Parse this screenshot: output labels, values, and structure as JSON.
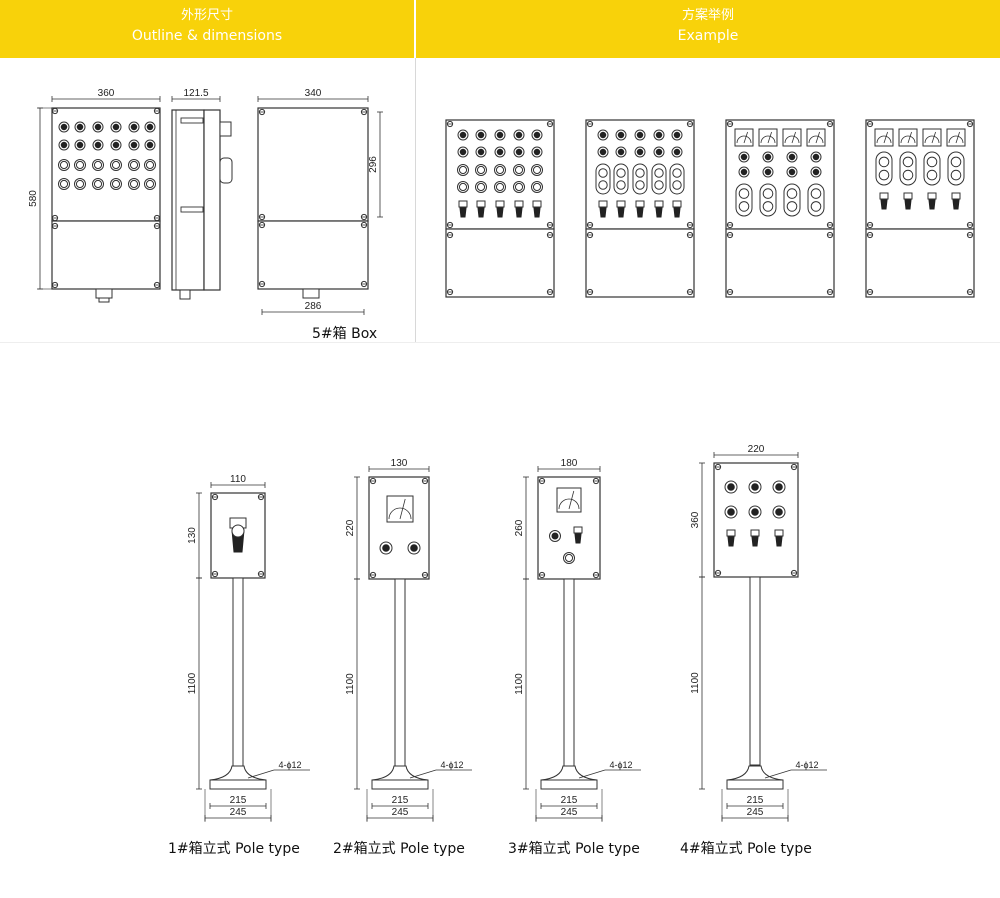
{
  "header": {
    "left_zh": "外形尺寸",
    "left_en": "Outline & dimensions",
    "right_zh": "方案举例",
    "right_en": "Example"
  },
  "box5": {
    "dim_front_width": "360",
    "dim_side_depth": "121.5",
    "dim_back_width": "340",
    "dim_height": "580",
    "dim_back_height": "296",
    "dim_hole_spacing": "286",
    "caption": "5#箱  Box"
  },
  "pole_types": [
    {
      "dim_width": "110",
      "dim_height": "130",
      "dim_pole": "1100",
      "dim_holes": "4-ϕ12",
      "dim_base_inner": "215",
      "dim_base_outer": "245",
      "caption": "1#箱立式  Pole type"
    },
    {
      "dim_width": "130",
      "dim_height": "220",
      "dim_pole": "1100",
      "dim_holes": "4-ϕ12",
      "dim_base_inner": "215",
      "dim_base_outer": "245",
      "caption": "2#箱立式  Pole type"
    },
    {
      "dim_width": "180",
      "dim_height": "260",
      "dim_pole": "1100",
      "dim_holes": "4-ϕ12",
      "dim_base_inner": "215",
      "dim_base_outer": "245",
      "caption": "3#箱立式  Pole type"
    },
    {
      "dim_width": "220",
      "dim_height": "360",
      "dim_pole": "1100",
      "dim_holes": "4-ϕ12",
      "dim_base_inner": "215",
      "dim_base_outer": "245",
      "caption": "4#箱立式  Pole type"
    }
  ],
  "colors": {
    "header_bg": "#f8d20a",
    "header_text": "#ffffff",
    "line": "#333333"
  }
}
